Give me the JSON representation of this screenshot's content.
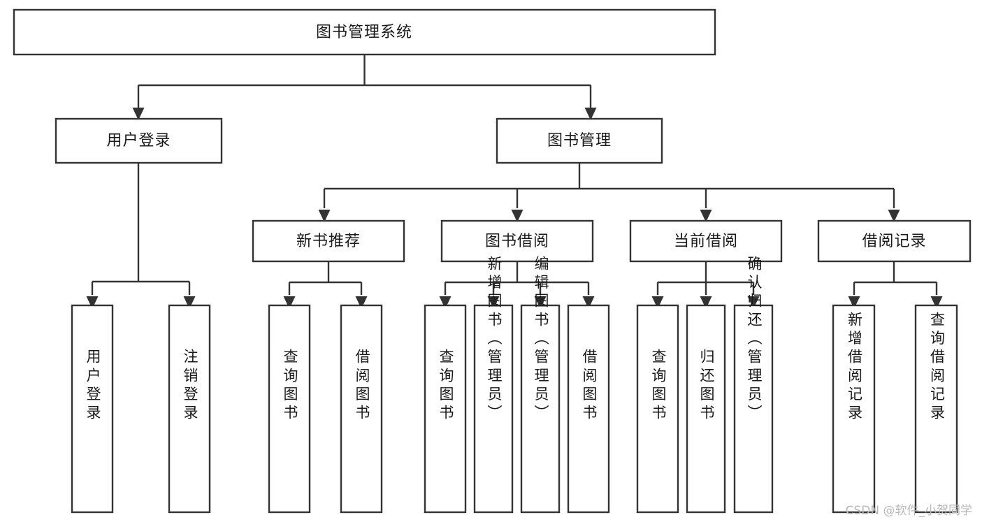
{
  "diagram": {
    "title": "图书管理系统",
    "type": "tree-hierarchy-diagram",
    "colors": {
      "box_stroke": "#333333",
      "box_fill": "#ffffff",
      "text": "#1a1a1a",
      "background": "#ffffff",
      "watermark": "#b8b8b8"
    },
    "levels": {
      "level1": [
        {
          "id": "root",
          "label": "图书管理系统",
          "orientation": "horizontal"
        }
      ],
      "level2": [
        {
          "id": "user-login",
          "label": "用户登录",
          "orientation": "horizontal"
        },
        {
          "id": "book-management",
          "label": "图书管理",
          "orientation": "horizontal"
        }
      ],
      "level3": [
        {
          "id": "new-book-recommend",
          "label": "新书推荐",
          "orientation": "horizontal"
        },
        {
          "id": "book-borrow",
          "label": "图书借阅",
          "orientation": "horizontal"
        },
        {
          "id": "current-borrow",
          "label": "当前借阅",
          "orientation": "horizontal"
        },
        {
          "id": "borrow-record",
          "label": "借阅记录",
          "orientation": "horizontal"
        }
      ],
      "level4": [
        {
          "id": "leaf-user-login",
          "label": "用户登录",
          "orientation": "vertical",
          "parent": "user-login"
        },
        {
          "id": "leaf-logout-login",
          "label": "注销登录",
          "orientation": "vertical",
          "parent": "user-login"
        },
        {
          "id": "leaf-query-book-1",
          "label": "查询图书",
          "orientation": "vertical",
          "parent": "new-book-recommend"
        },
        {
          "id": "leaf-borrow-book-1",
          "label": "借阅图书",
          "orientation": "vertical",
          "parent": "new-book-recommend"
        },
        {
          "id": "leaf-query-book-2",
          "label": "查询图书",
          "orientation": "vertical",
          "parent": "book-borrow"
        },
        {
          "id": "leaf-add-book",
          "label": "新增图书（管理员）",
          "orientation": "vertical",
          "parent": "book-borrow"
        },
        {
          "id": "leaf-edit-book",
          "label": "编辑图书（管理员）",
          "orientation": "vertical",
          "parent": "book-borrow"
        },
        {
          "id": "leaf-borrow-book-2",
          "label": "借阅图书",
          "orientation": "vertical",
          "parent": "book-borrow"
        },
        {
          "id": "leaf-query-book-3",
          "label": "查询图书",
          "orientation": "vertical",
          "parent": "current-borrow"
        },
        {
          "id": "leaf-return-book",
          "label": "归还图书",
          "orientation": "vertical",
          "parent": "current-borrow"
        },
        {
          "id": "leaf-confirm-return",
          "label": "确认归还（管理员）",
          "orientation": "vertical",
          "parent": "current-borrow"
        },
        {
          "id": "leaf-add-record",
          "label": "新增借阅记录",
          "orientation": "vertical",
          "parent": "borrow-record"
        },
        {
          "id": "leaf-query-record",
          "label": "查询借阅记录",
          "orientation": "vertical",
          "parent": "borrow-record"
        }
      ]
    },
    "watermark": "CSDN @软件_小贺同学"
  }
}
